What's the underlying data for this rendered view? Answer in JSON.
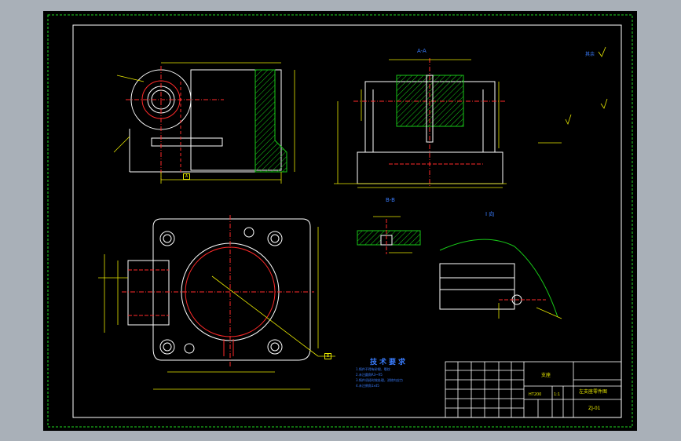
{
  "drawing": {
    "view_label_section": "A-A",
    "view_label_detail": "B-B",
    "view_label_i": "I 向",
    "roughness_note": "其余",
    "tech_title": "技术要求",
    "tech_notes": [
      "1.铸件不得有砂眼、裂纹",
      "2.未注圆角R3~R5",
      "3.铸件须经时效处理，消除内应力",
      "4.未注倒角1x45"
    ],
    "part_name": "支座",
    "title_main": "左支座零件图",
    "drawing_no": "ZJ-01",
    "scale": "1:1",
    "material": "HT200",
    "datum_b": "B",
    "datum_a": "A"
  },
  "colors": {
    "outline": "#ffffff",
    "dimension": "#e8e800",
    "centerline": "#ff2a2a",
    "hatch": "#18c818",
    "title": "#3a7dff",
    "frame_outer": "#1fd81f"
  }
}
